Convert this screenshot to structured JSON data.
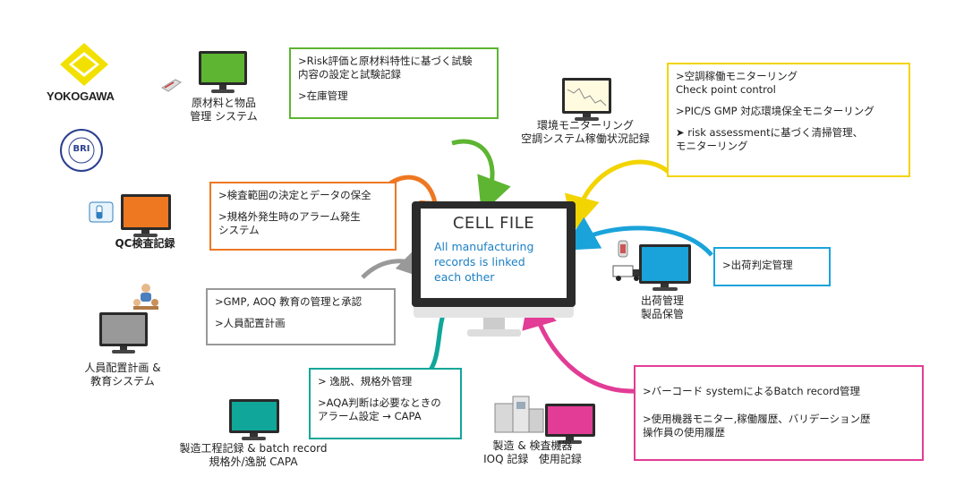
{
  "brand": {
    "logo_text": "YOKOGAWA",
    "seal_text": "BRI"
  },
  "center": {
    "title": "CELL FILE",
    "subtitle_lines": [
      "All manufacturing",
      "records is linked",
      "each other"
    ]
  },
  "nodes": {
    "raw_material": {
      "label_lines": [
        "原材料と物品",
        "管理 システム"
      ],
      "color": "#5DB531",
      "items": [
        [
          ">Risk評価と原材料特性に基づく試験",
          "内容の設定と試験記録"
        ],
        [
          ">在庫管理"
        ]
      ]
    },
    "environment": {
      "label_lines": [
        "環境モニターリング",
        "空調システム稼働状況記録"
      ],
      "color": "#F2D400",
      "items": [
        [
          ">空調稼働モニターリング",
          " Check point control"
        ],
        [
          ">PIC/S GMP 対応環境保全モニターリング"
        ],
        [
          "➤ risk assessmentに基づく清掃管理、",
          "   モニターリング"
        ]
      ]
    },
    "qc": {
      "label_lines": [
        "QC検査記録"
      ],
      "color": "#EE7722",
      "items": [
        [
          ">検査範囲の決定とデータの保全"
        ],
        [
          ">規格外発生時のアラーム発生",
          "システム"
        ]
      ]
    },
    "shipping": {
      "label_lines": [
        "出荷管理",
        "製品保管"
      ],
      "color": "#1AA3DA",
      "items": [
        [
          ">出荷判定管理"
        ]
      ]
    },
    "personnel": {
      "label_lines": [
        "人員配置計画 &",
        "教育システム"
      ],
      "color": "#999999",
      "items": [
        [
          ">GMP, AOQ 教育の管理と承認"
        ],
        [
          ">人員配置計画"
        ]
      ]
    },
    "manufacturing": {
      "label_lines": [
        "製造工程記録 & batch record",
        "規格外/逸脱 CAPA"
      ],
      "color": "#10A69A",
      "items": [
        [
          "> 逸脱、規格外管理"
        ],
        [
          ">AQA判断は必要なときの",
          "アラーム設定 → CAPA"
        ]
      ]
    },
    "equipment": {
      "label_lines": [
        "製造 & 検査機器",
        "IOQ 記録   使用記録"
      ],
      "color": "#E23C96",
      "items": [
        [
          ">バーコード systemによるBatch record管理"
        ],
        [
          ">使用機器モニター,稼働履歴、バリデーション歴",
          "操作員の使用履歴"
        ]
      ]
    }
  }
}
